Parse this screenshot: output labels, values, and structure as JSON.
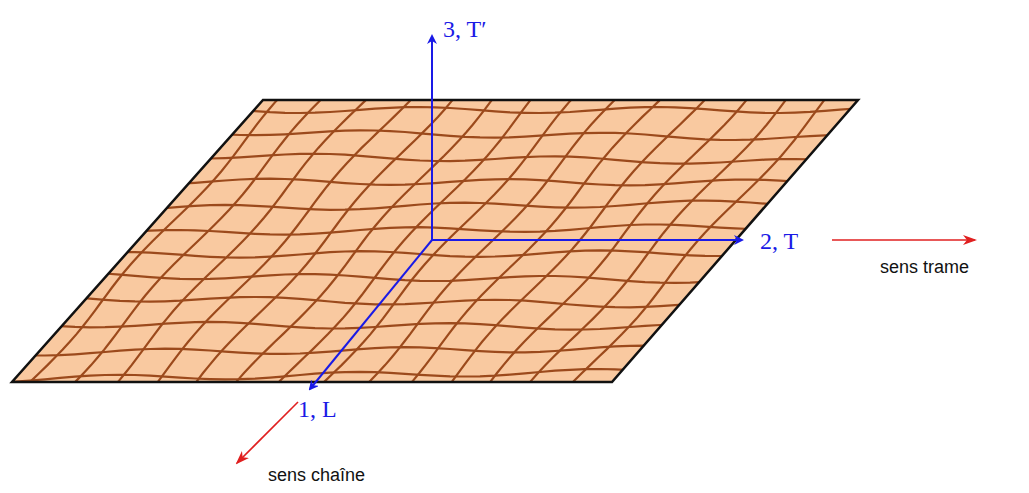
{
  "diagram": {
    "labels": [
      "3, T′",
      "2, T",
      "sens trame",
      "1, L",
      "sens chaîne"
    ]
  }
}
